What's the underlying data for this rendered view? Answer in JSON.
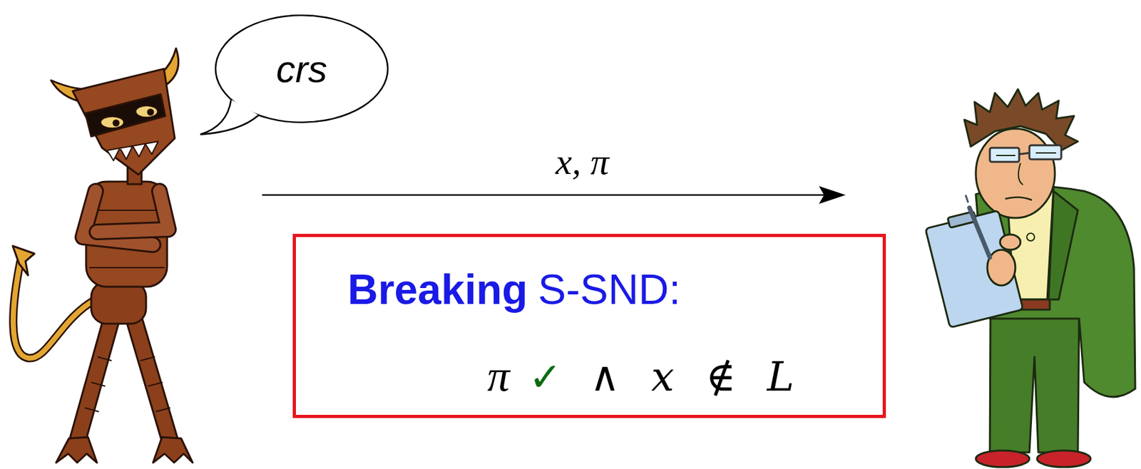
{
  "diagram": {
    "nodes": [
      {
        "text": [
          "crs"
        ]
      },
      {
        "text": [
          "Breaking",
          "S-SND:",
          "π",
          "✓",
          "∧ x ∉ L"
        ]
      }
    ],
    "labels": [
      "x, π"
    ]
  }
}
